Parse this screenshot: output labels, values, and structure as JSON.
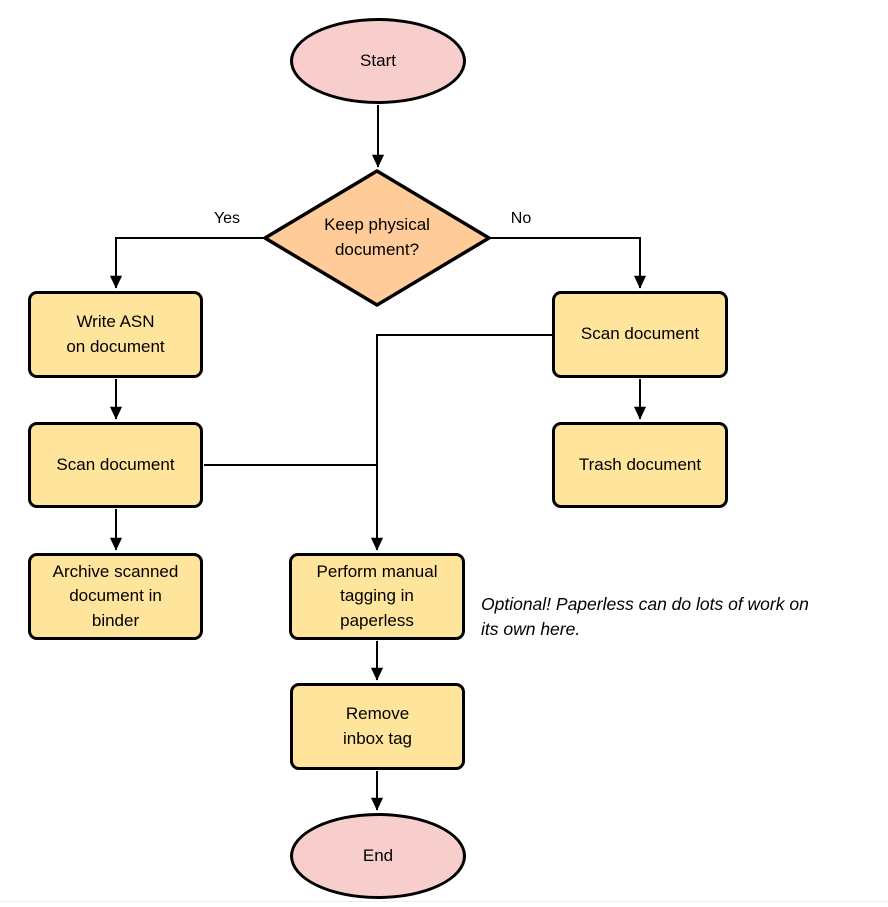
{
  "diagram": {
    "nodes": {
      "start": {
        "label": "Start",
        "type": "terminal"
      },
      "decision": {
        "label": "Keep physical\ndocument?",
        "type": "decision"
      },
      "write_asn": {
        "label": "Write ASN\non document",
        "type": "process"
      },
      "scan_left": {
        "label": "Scan document",
        "type": "process"
      },
      "archive": {
        "label": "Archive scanned\ndocument in\nbinder",
        "type": "process"
      },
      "scan_right": {
        "label": "Scan document",
        "type": "process"
      },
      "trash": {
        "label": "Trash document",
        "type": "process"
      },
      "perform_tagging": {
        "label": "Perform manual\ntagging in\npaperless",
        "type": "process"
      },
      "remove_inbox": {
        "label": "Remove\ninbox tag",
        "type": "process"
      },
      "end": {
        "label": "End",
        "type": "terminal"
      }
    },
    "edge_labels": {
      "yes": "Yes",
      "no": "No"
    },
    "annotation": "Optional! Paperless can do lots of work on\nits own here.",
    "colors": {
      "terminal_fill": "#f8cecc",
      "decision_fill": "#ffcc99",
      "process_fill": "#ffe49c",
      "stroke": "#000000"
    }
  }
}
